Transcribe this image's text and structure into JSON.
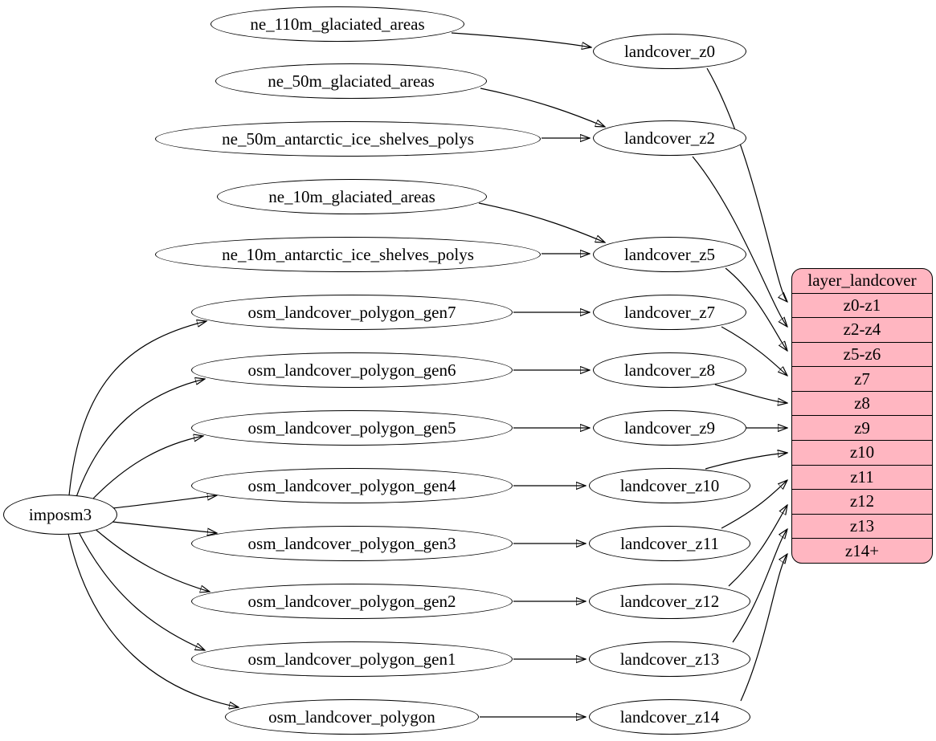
{
  "nodes": {
    "imposm3": "imposm3",
    "ne": [
      "ne_110m_glaciated_areas",
      "ne_50m_glaciated_areas",
      "ne_50m_antarctic_ice_shelves_polys",
      "ne_10m_glaciated_areas",
      "ne_10m_antarctic_ice_shelves_polys"
    ],
    "osm": [
      "osm_landcover_polygon_gen7",
      "osm_landcover_polygon_gen6",
      "osm_landcover_polygon_gen5",
      "osm_landcover_polygon_gen4",
      "osm_landcover_polygon_gen3",
      "osm_landcover_polygon_gen2",
      "osm_landcover_polygon_gen1",
      "osm_landcover_polygon"
    ],
    "views": [
      "landcover_z0",
      "landcover_z2",
      "landcover_z5",
      "landcover_z7",
      "landcover_z8",
      "landcover_z9",
      "landcover_z10",
      "landcover_z11",
      "landcover_z12",
      "landcover_z13",
      "landcover_z14"
    ]
  },
  "table": {
    "header": "layer_landcover",
    "rows": [
      "z0-z1",
      "z2-z4",
      "z5-z6",
      "z7",
      "z8",
      "z9",
      "z10",
      "z11",
      "z12",
      "z13",
      "z14+"
    ]
  },
  "edges": [
    {
      "from": "ne_110m_glaciated_areas",
      "to": "landcover_z0"
    },
    {
      "from": "ne_50m_glaciated_areas",
      "to": "landcover_z2"
    },
    {
      "from": "ne_50m_antarctic_ice_shelves_polys",
      "to": "landcover_z2"
    },
    {
      "from": "ne_10m_glaciated_areas",
      "to": "landcover_z5"
    },
    {
      "from": "ne_10m_antarctic_ice_shelves_polys",
      "to": "landcover_z5"
    },
    {
      "from": "imposm3",
      "to": "osm_landcover_polygon_gen7"
    },
    {
      "from": "imposm3",
      "to": "osm_landcover_polygon_gen6"
    },
    {
      "from": "imposm3",
      "to": "osm_landcover_polygon_gen5"
    },
    {
      "from": "imposm3",
      "to": "osm_landcover_polygon_gen4"
    },
    {
      "from": "imposm3",
      "to": "osm_landcover_polygon_gen3"
    },
    {
      "from": "imposm3",
      "to": "osm_landcover_polygon_gen2"
    },
    {
      "from": "imposm3",
      "to": "osm_landcover_polygon_gen1"
    },
    {
      "from": "imposm3",
      "to": "osm_landcover_polygon"
    },
    {
      "from": "osm_landcover_polygon_gen7",
      "to": "landcover_z7"
    },
    {
      "from": "osm_landcover_polygon_gen6",
      "to": "landcover_z8"
    },
    {
      "from": "osm_landcover_polygon_gen5",
      "to": "landcover_z9"
    },
    {
      "from": "osm_landcover_polygon_gen4",
      "to": "landcover_z10"
    },
    {
      "from": "osm_landcover_polygon_gen3",
      "to": "landcover_z11"
    },
    {
      "from": "osm_landcover_polygon_gen2",
      "to": "landcover_z12"
    },
    {
      "from": "osm_landcover_polygon_gen1",
      "to": "landcover_z13"
    },
    {
      "from": "osm_landcover_polygon",
      "to": "landcover_z14"
    },
    {
      "from": "landcover_z0",
      "to": "layer_landcover:z0-z1"
    },
    {
      "from": "landcover_z2",
      "to": "layer_landcover:z2-z4"
    },
    {
      "from": "landcover_z5",
      "to": "layer_landcover:z5-z6"
    },
    {
      "from": "landcover_z7",
      "to": "layer_landcover:z7"
    },
    {
      "from": "landcover_z8",
      "to": "layer_landcover:z8"
    },
    {
      "from": "landcover_z9",
      "to": "layer_landcover:z9"
    },
    {
      "from": "landcover_z10",
      "to": "layer_landcover:z10"
    },
    {
      "from": "landcover_z11",
      "to": "layer_landcover:z11"
    },
    {
      "from": "landcover_z12",
      "to": "layer_landcover:z12"
    },
    {
      "from": "landcover_z13",
      "to": "layer_landcover:z13"
    },
    {
      "from": "landcover_z14",
      "to": "layer_landcover:z14+"
    }
  ],
  "colors": {
    "table_fill": "#ffb6c1",
    "node_fill": "#ffffff",
    "stroke": "#000000"
  }
}
